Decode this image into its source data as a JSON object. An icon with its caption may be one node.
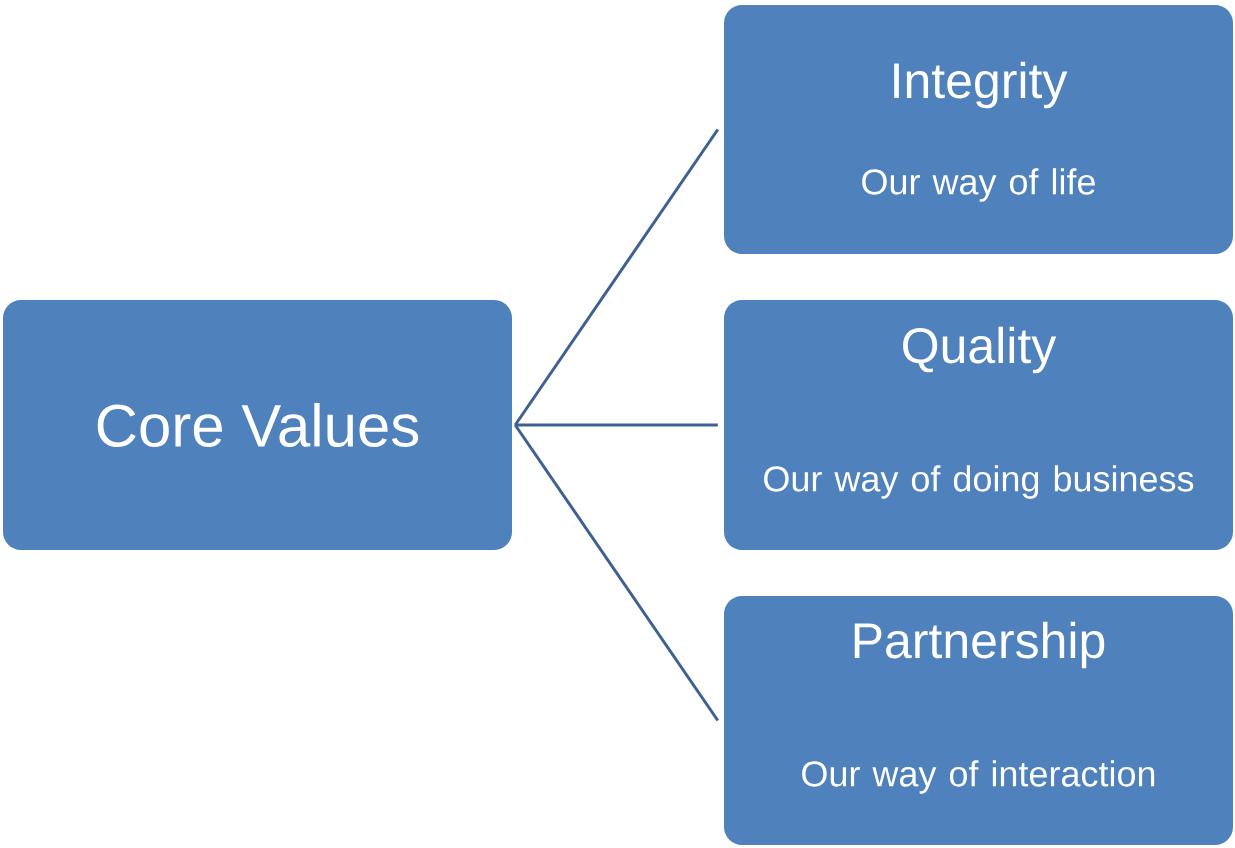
{
  "diagram": {
    "nodes": [
      {
        "text": [
          "Core Values"
        ]
      },
      {
        "text": [
          "Integrity",
          "Our way of life"
        ]
      },
      {
        "text": [
          "Quality",
          "Our way of doing business"
        ]
      },
      {
        "text": [
          "Partnership",
          "Our way of interaction"
        ]
      }
    ],
    "edges": [
      {
        "from": 0,
        "to": 1,
        "arrow": "none"
      },
      {
        "from": 0,
        "to": 2,
        "arrow": "none"
      },
      {
        "from": 0,
        "to": 3,
        "arrow": "none"
      }
    ]
  }
}
